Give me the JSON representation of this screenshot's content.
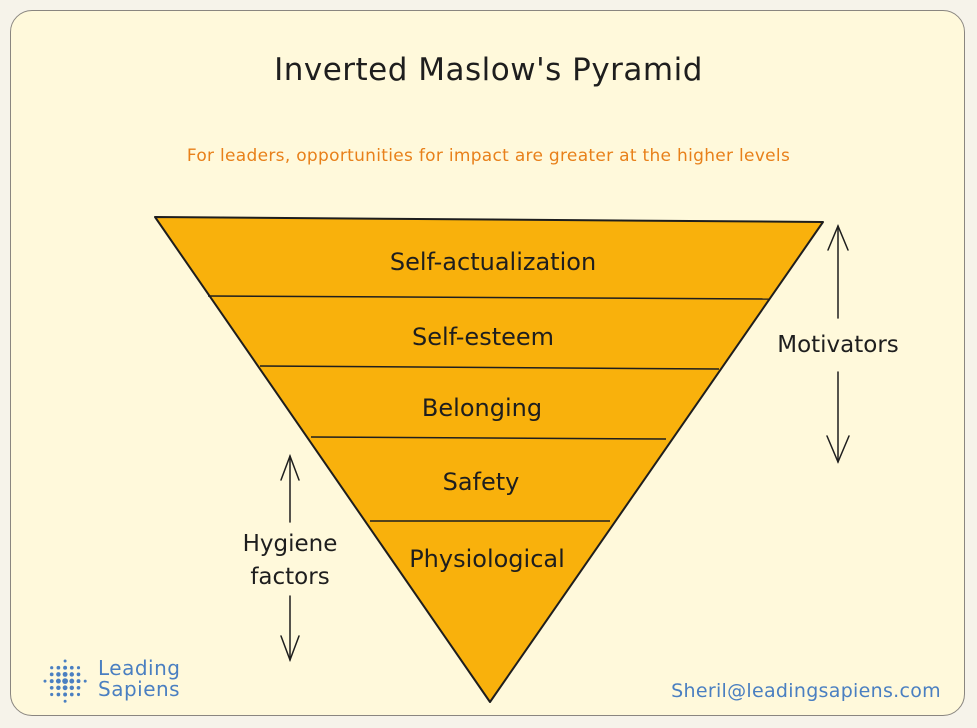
{
  "title": "Inverted Maslow's Pyramid",
  "subtitle": "For leaders, opportunities for impact are greater at the higher levels",
  "pyramid": {
    "levels": [
      {
        "label": "Self-actualization"
      },
      {
        "label": "Self-esteem"
      },
      {
        "label": "Belonging"
      },
      {
        "label": "Safety"
      },
      {
        "label": "Physiological"
      }
    ]
  },
  "motivators": {
    "label": "Motivators"
  },
  "hygiene": {
    "label_line1": "Hygiene",
    "label_line2": "factors"
  },
  "logo": {
    "line1": "Leading",
    "line2": "Sapiens",
    "icon": "dot-cluster-logo-icon"
  },
  "contact": {
    "email": "Sheril@leadingsapiens.com"
  },
  "colors": {
    "pyramid_fill": "#f9b10c",
    "outline": "#1e1e1e",
    "subtitle": "#e8801a",
    "brand_blue": "#4a7fc1",
    "background": "#fff9db"
  }
}
